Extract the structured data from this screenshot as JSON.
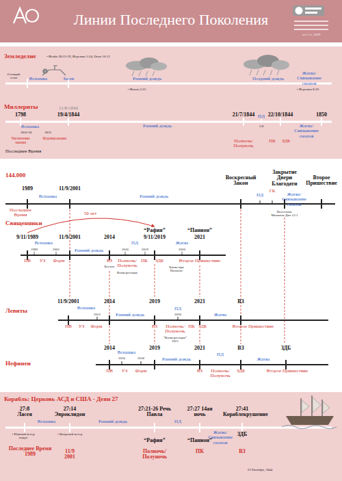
{
  "diagram": {
    "title": "Линии Последнего Поколения",
    "nodes": [
      {
        "text": [
          "Земледелие",
          "Миллериты"
        ]
      },
      {
        "text": [
          "Корабль: Церковь АСД и США - Деян 27"
        ]
      }
    ],
    "labels": [
      "ver 1.1, 2019",
      "• Исайя 28:23-29, Иеремия 5:24, Осия 10:12",
      "Сеющий семя",
      "Вспашка",
      "Засев",
      "Ранний дождь",
      "Поздний дождь",
      "Жатва/ Связывание снопов",
      "• Иоиль 2:23",
      "• Иеремия 8:20",
      "1798",
      "11/8/1840",
      "19/4/1844",
      "21/7/1844",
      "22/10/1844",
      "1850",
      "Вспашка",
      "1816-18",
      "1833",
      "Ранний дождь",
      "ПД",
      "1/8",
      "Жатва/ Связывание снопов",
      "Увеличение знания",
      "Формирование",
      "Полночь/ Полуночь",
      "ПК",
      "ЗДБ",
      "Последнее Время",
      "144.000",
      "1989",
      "11/9/2001",
      "Воскресный Закон",
      "Закрытие Двери Благодати",
      "Второе Пришествие",
      "Вспашка",
      "Ранний дождь",
      "ПД",
      "ГК",
      "Жатва/ Связывание снопов",
      "Последнее Время",
      "Восстание Михаила Дан 12:1",
      "Священники",
      "50 лет",
      "9/11/1989",
      "11/9/2001",
      "2014",
      "“Рафия”",
      "9/11/2019",
      "“Панион”",
      "2021",
      "Вспашка",
      "1989",
      "2001",
      "Ранний дождь",
      "ПД",
      "2016",
      "2019",
      "Жатва",
      "2020",
      "ПВ",
      "УЗ",
      "Форм",
      "ВЗ",
      "Полночь/ Полуночь",
      "ПК",
      "ЗДБ",
      "Второе Пришествие",
      "Бостон",
      "Конвергенция",
      "Битва при Панионе",
      "Левиты",
      "11/9/2001",
      "2014",
      "2019",
      "2021",
      "ВЗ",
      "Вспашка",
      "2012",
      "Ранний дождь",
      "ПД",
      "2020",
      "Жатва",
      "ПВ",
      "УЗ",
      "Форм",
      "ВЗ",
      "Полночь/ Полуночь",
      "ПК",
      "ЗДБ",
      "“Конвергенция” 2021",
      "Второе Пришествие",
      "Нефинеи",
      "2014",
      "2019",
      "2021",
      "ВЗ",
      "ЗДБ",
      "Вспашка",
      "2016",
      "2018",
      "Ранний дождь",
      "ПД",
      "Жатва",
      "ПВ",
      "УЗ",
      "Форм",
      "ВЗ",
      "Полночь/ Полуночь",
      "ЗДБ",
      "Второе Пришествие",
      "27:8 Ласея",
      "27:14 Эвроклидон",
      "27:21-26 Речь Павла",
      "27:27 14ая ночь",
      "27:41 Кораблекрушение",
      "Вспашка",
      "Ранний дождь",
      "ПД",
      "Жатва/ Связывание снопов",
      "ЗДБ",
      "• Южный ветер подул",
      "• Вихревой ветер",
      "“Рафия”",
      "“Панион”",
      "Последнее Время 1989",
      "11/9 2001",
      "Полночь/ Полуночь",
      "ПК",
      "ВЗ",
      "22 Октября, 1844"
    ]
  }
}
